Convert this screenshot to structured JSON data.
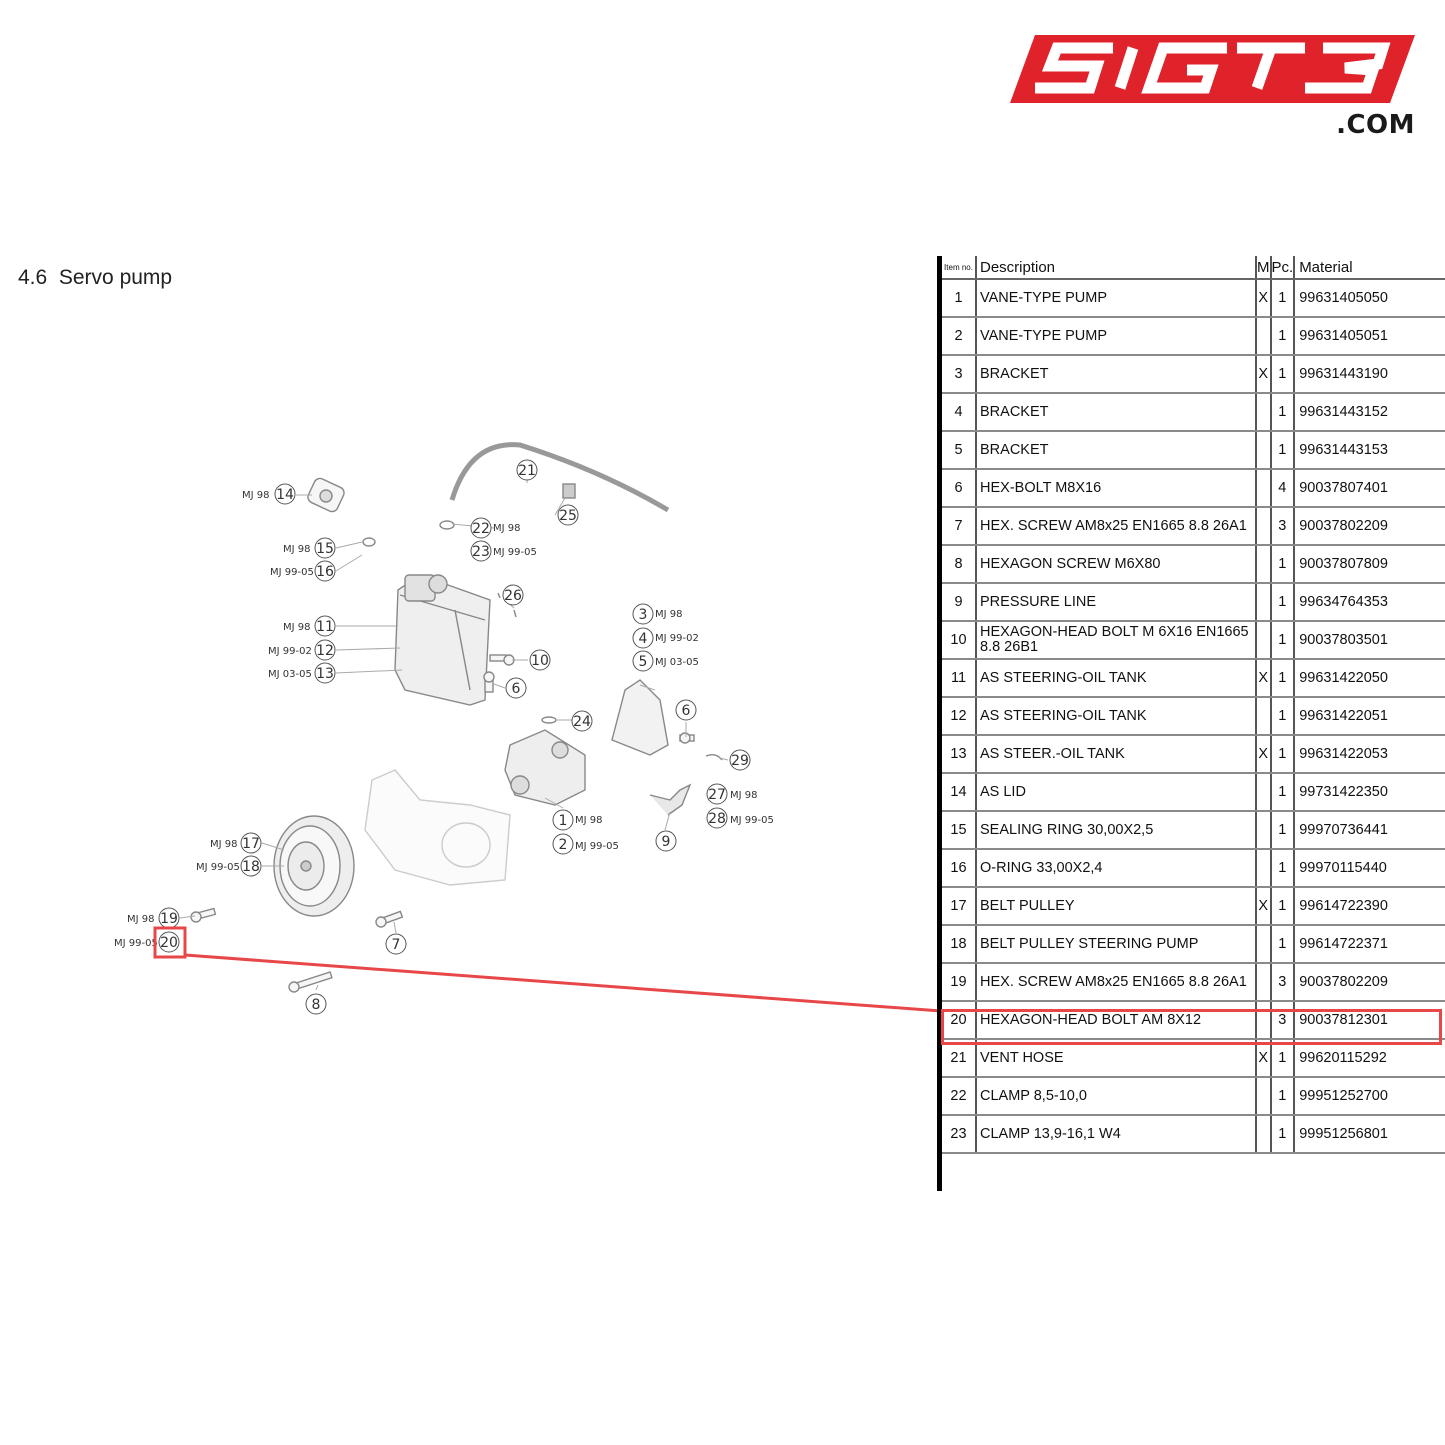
{
  "logo": {
    "text": "SIGTB",
    "suffix": ".COM",
    "color": "#e0222a"
  },
  "section": {
    "number": "4.6",
    "title": "Servo pump"
  },
  "highlight_color": "#e8474a",
  "callouts": [
    {
      "num": "14",
      "label": "MJ 98"
    },
    {
      "num": "15",
      "label": "MJ 98"
    },
    {
      "num": "16",
      "label": "MJ 99-05"
    },
    {
      "num": "11",
      "label": "MJ 98"
    },
    {
      "num": "12",
      "label": "MJ 99-02"
    },
    {
      "num": "13",
      "label": "MJ 03-05"
    },
    {
      "num": "21",
      "label": ""
    },
    {
      "num": "22",
      "label": "MJ 98"
    },
    {
      "num": "23",
      "label": "MJ 99-05"
    },
    {
      "num": "25",
      "label": ""
    },
    {
      "num": "26",
      "label": ""
    },
    {
      "num": "10",
      "label": ""
    },
    {
      "num": "6",
      "label": ""
    },
    {
      "num": "3",
      "label": "MJ 98"
    },
    {
      "num": "4",
      "label": "MJ 99-02"
    },
    {
      "num": "5",
      "label": "MJ 03-05"
    },
    {
      "num": "24",
      "label": ""
    },
    {
      "num": "29",
      "label": ""
    },
    {
      "num": "27",
      "label": "MJ 98"
    },
    {
      "num": "28",
      "label": "MJ 99-05"
    },
    {
      "num": "1",
      "label": "MJ 98"
    },
    {
      "num": "2",
      "label": "MJ 99-05"
    },
    {
      "num": "9",
      "label": ""
    },
    {
      "num": "17",
      "label": "MJ 98"
    },
    {
      "num": "18",
      "label": "MJ 99-05"
    },
    {
      "num": "19",
      "label": "MJ 98"
    },
    {
      "num": "20",
      "label": "MJ 99-05"
    },
    {
      "num": "7",
      "label": ""
    },
    {
      "num": "8",
      "label": ""
    }
  ],
  "table": {
    "headers": {
      "item": "Item no.",
      "description": "Description",
      "m": "M",
      "pc": "Pc.",
      "material": "Material"
    },
    "rows": [
      {
        "item": "1",
        "description": "VANE-TYPE PUMP",
        "m": "X",
        "pc": "1",
        "material": "99631405050"
      },
      {
        "item": "2",
        "description": "VANE-TYPE PUMP",
        "m": "",
        "pc": "1",
        "material": "99631405051"
      },
      {
        "item": "3",
        "description": "BRACKET",
        "m": "X",
        "pc": "1",
        "material": "99631443190"
      },
      {
        "item": "4",
        "description": "BRACKET",
        "m": "",
        "pc": "1",
        "material": "99631443152"
      },
      {
        "item": "5",
        "description": "BRACKET",
        "m": "",
        "pc": "1",
        "material": "99631443153"
      },
      {
        "item": "6",
        "description": "HEX-BOLT M8X16",
        "m": "",
        "pc": "4",
        "material": "90037807401"
      },
      {
        "item": "7",
        "description": "HEX. SCREW AM8x25 EN1665 8.8 26A1",
        "m": "",
        "pc": "3",
        "material": "90037802209"
      },
      {
        "item": "8",
        "description": "HEXAGON SCREW M6X80",
        "m": "",
        "pc": "1",
        "material": "90037807809"
      },
      {
        "item": "9",
        "description": "PRESSURE LINE",
        "m": "",
        "pc": "1",
        "material": "99634764353"
      },
      {
        "item": "10",
        "description": "HEXAGON-HEAD BOLT M 6X16 EN1665 8.8 26B1",
        "m": "",
        "pc": "1",
        "material": "90037803501"
      },
      {
        "item": "11",
        "description": "AS STEERING-OIL TANK",
        "m": "X",
        "pc": "1",
        "material": "99631422050"
      },
      {
        "item": "12",
        "description": "AS STEERING-OIL TANK",
        "m": "",
        "pc": "1",
        "material": "99631422051"
      },
      {
        "item": "13",
        "description": "AS STEER.-OIL TANK",
        "m": "X",
        "pc": "1",
        "material": "99631422053"
      },
      {
        "item": "14",
        "description": "AS LID",
        "m": "",
        "pc": "1",
        "material": "99731422350"
      },
      {
        "item": "15",
        "description": "SEALING RING 30,00X2,5",
        "m": "",
        "pc": "1",
        "material": "99970736441"
      },
      {
        "item": "16",
        "description": "O-RING 33,00X2,4",
        "m": "",
        "pc": "1",
        "material": "99970115440"
      },
      {
        "item": "17",
        "description": "BELT PULLEY",
        "m": "X",
        "pc": "1",
        "material": "99614722390"
      },
      {
        "item": "18",
        "description": "BELT PULLEY STEERING PUMP",
        "m": "",
        "pc": "1",
        "material": "99614722371"
      },
      {
        "item": "19",
        "description": "HEX. SCREW AM8x25 EN1665 8.8 26A1",
        "m": "",
        "pc": "3",
        "material": "90037802209"
      },
      {
        "item": "20",
        "description": "HEXAGON-HEAD BOLT AM 8X12",
        "m": "",
        "pc": "3",
        "material": "90037812301"
      },
      {
        "item": "21",
        "description": "VENT HOSE",
        "m": "X",
        "pc": "1",
        "material": "99620115292"
      },
      {
        "item": "22",
        "description": "CLAMP 8,5-10,0",
        "m": "",
        "pc": "1",
        "material": "99951252700"
      },
      {
        "item": "23",
        "description": "CLAMP 13,9-16,1 W4",
        "m": "",
        "pc": "1",
        "material": "99951256801"
      }
    ]
  }
}
